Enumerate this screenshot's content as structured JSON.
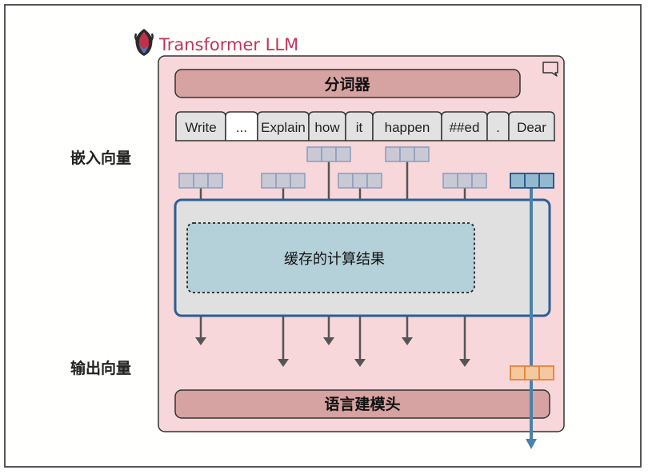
{
  "title": "Transformer LLM",
  "logo_icon": "flame-icon",
  "comment_icon": "speech-bubble-icon",
  "tokenizer": {
    "label": "分词器"
  },
  "tokens": [
    {
      "text": "Write",
      "highlight": false,
      "blank": false
    },
    {
      "text": "...",
      "highlight": false,
      "blank": true
    },
    {
      "text": "Explain",
      "highlight": false,
      "blank": false
    },
    {
      "text": "how",
      "highlight": false,
      "blank": false
    },
    {
      "text": "it",
      "highlight": false,
      "blank": false
    },
    {
      "text": "happen",
      "highlight": false,
      "blank": false
    },
    {
      "text": "##ed",
      "highlight": false,
      "blank": false
    },
    {
      "text": ".",
      "highlight": false,
      "blank": false
    },
    {
      "text": "Dear",
      "highlight": true,
      "blank": false
    }
  ],
  "side_labels": {
    "embeddings": "嵌入向量",
    "outputs": "输出向量"
  },
  "cache": {
    "label": "缓存的计算结果"
  },
  "lm_head": {
    "label": "语言建模头"
  },
  "colors": {
    "outer_bg": "#f7d7d9",
    "bar_fill": "#d6a2a2",
    "token_fill": "#e2e2e2",
    "token_highlight_text": "#a3303d",
    "embed_fill": "#c7c9d5",
    "embed_stroke": "#8c9cbc",
    "new_embed_fill": "#93b9cf",
    "new_embed_stroke": "#2d5d8f",
    "output_fill": "#f5c9a0",
    "output_stroke": "#e6823d",
    "blue_path": "#4a82ab",
    "block_border": "#2d5e94",
    "block_fill": "#e0e0e0",
    "cache_fill": "#b4d0d8",
    "arrow": "#555555"
  }
}
